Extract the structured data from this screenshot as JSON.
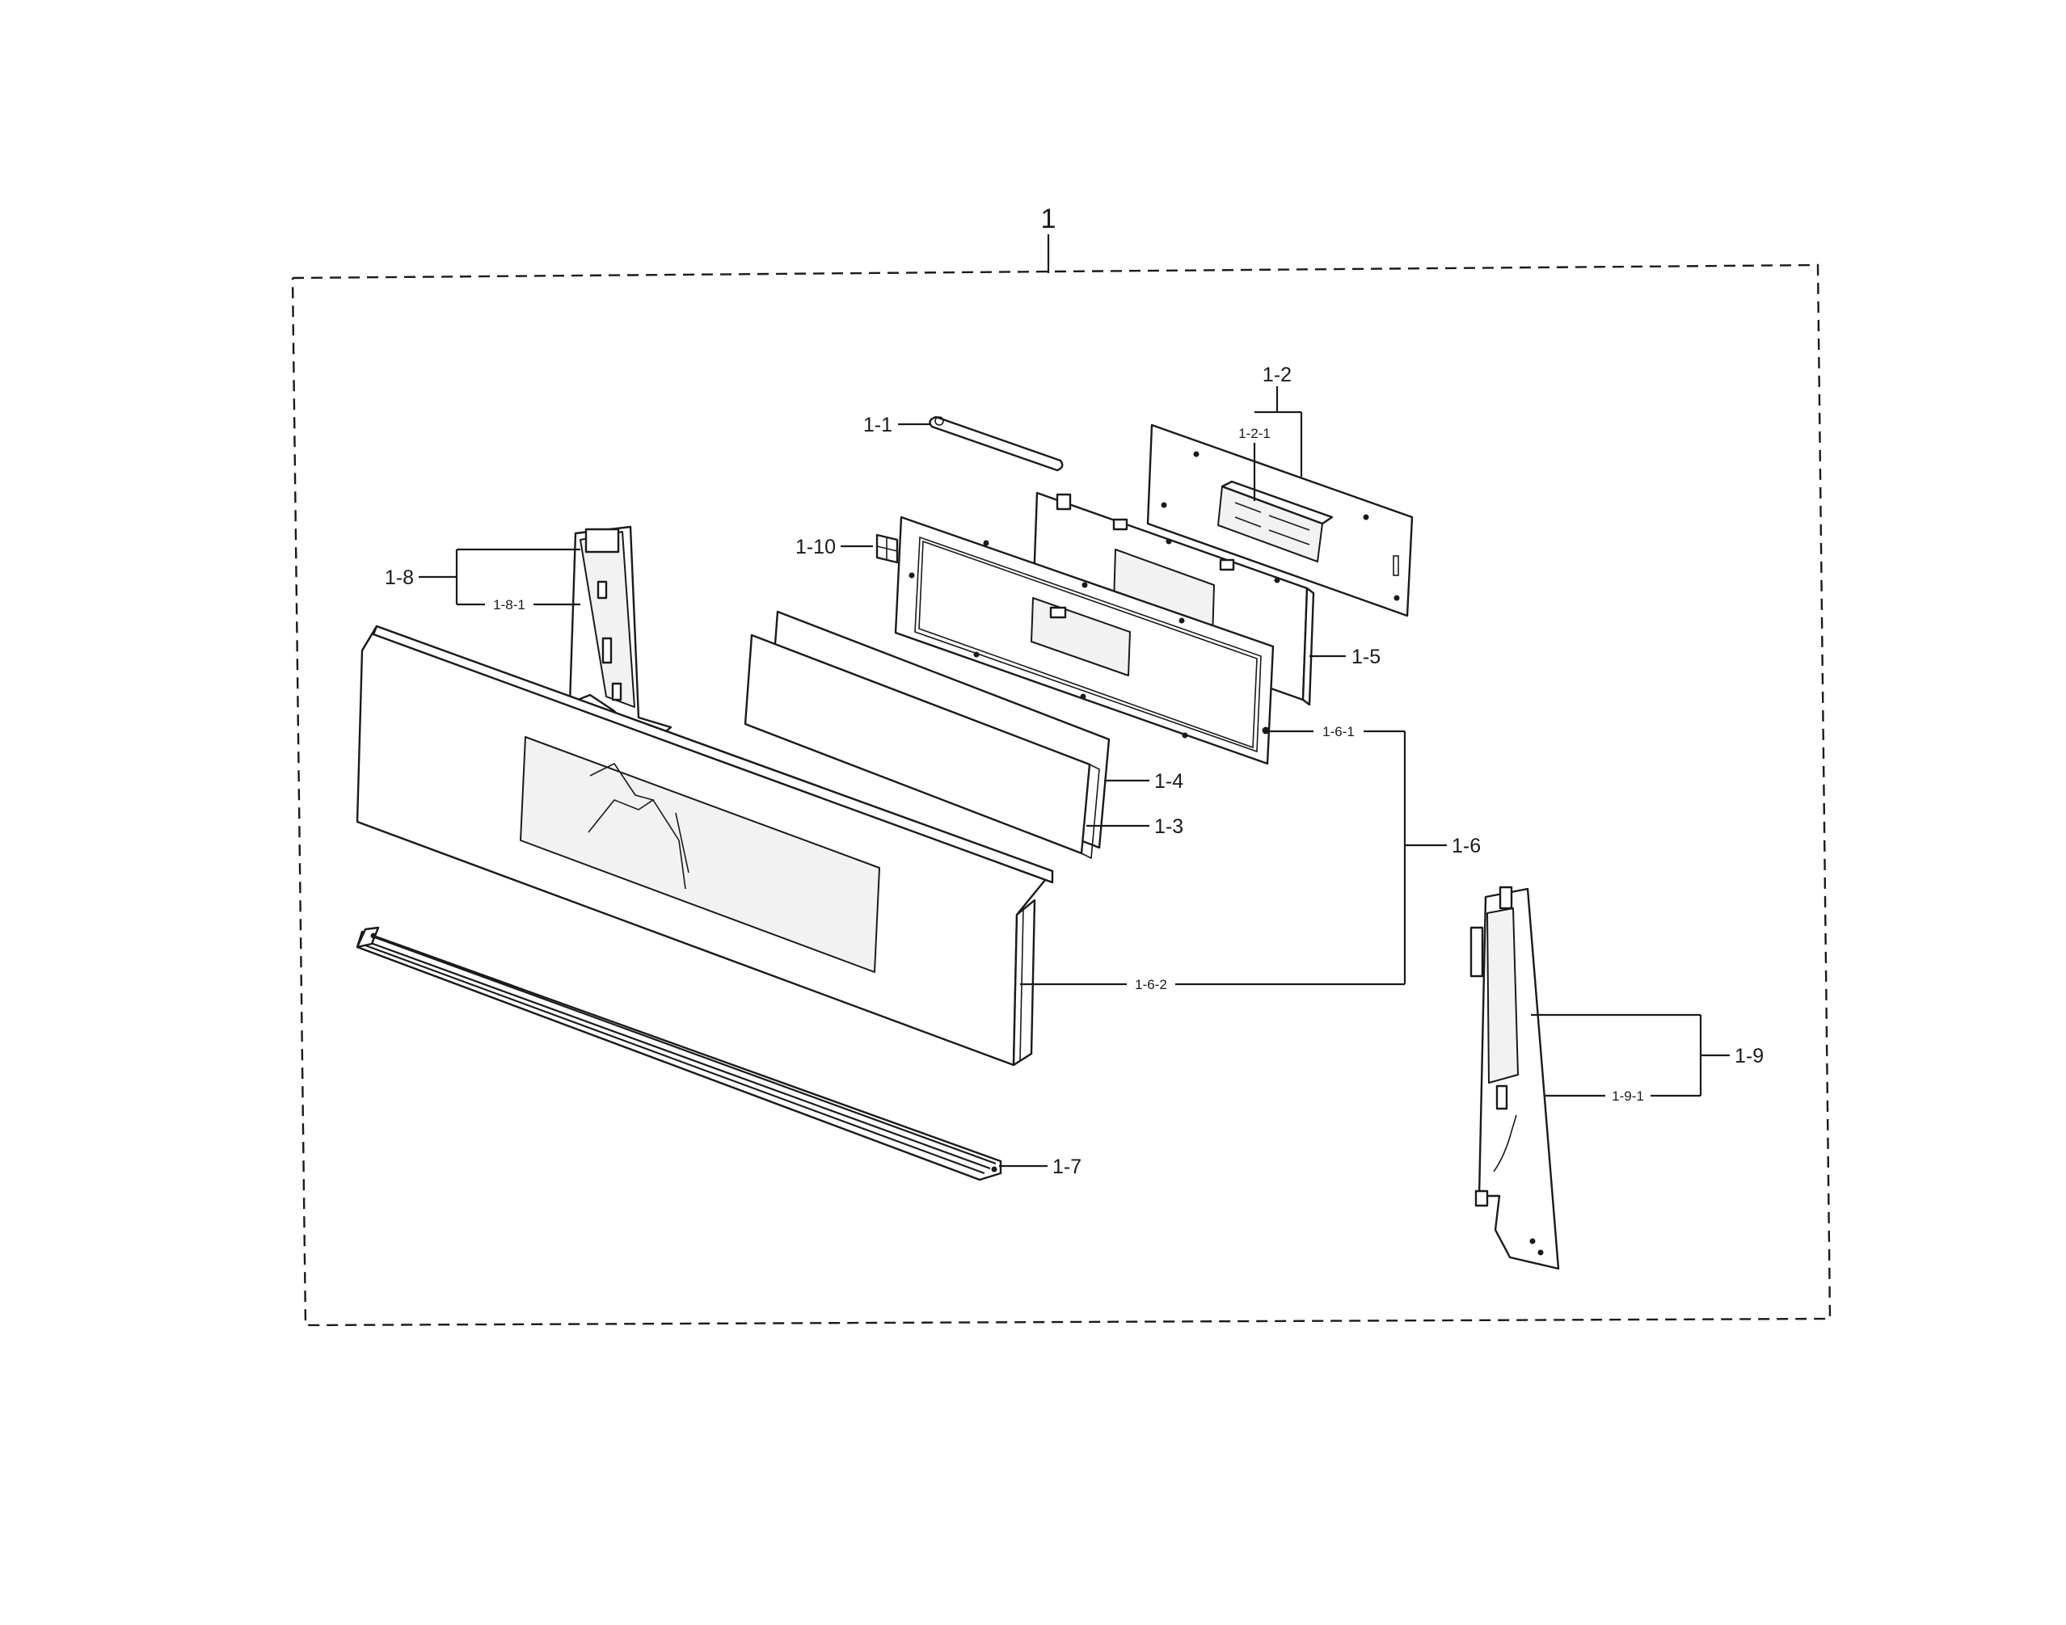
{
  "assembly_label": "1",
  "callouts": {
    "c_1_1": "1-1",
    "c_1_2": "1-2",
    "c_1_2_1": "1-2-1",
    "c_1_3": "1-3",
    "c_1_4": "1-4",
    "c_1_5": "1-5",
    "c_1_6": "1-6",
    "c_1_6_1": "1-6-1",
    "c_1_6_2": "1-6-2",
    "c_1_7": "1-7",
    "c_1_8": "1-8",
    "c_1_8_1": "1-8-1",
    "c_1_9": "1-9",
    "c_1_9_1": "1-9-1",
    "c_1_10": "1-10"
  }
}
